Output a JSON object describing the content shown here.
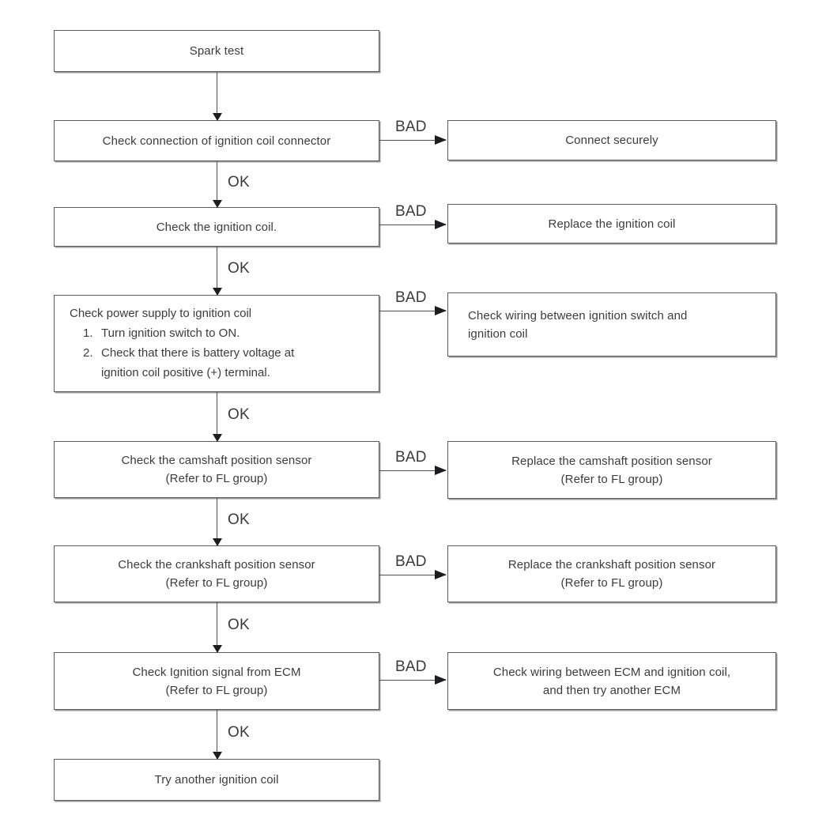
{
  "labels": {
    "ok": "OK",
    "bad": "BAD"
  },
  "colors": {
    "box_border": "#5c5c5f",
    "arrow": "#1d1d1f",
    "text": "#3c3c3e"
  },
  "nodes": {
    "spark_test": "Spark test",
    "check_connection": "Check connection of ignition coil connector",
    "connect_securely": "Connect securely",
    "check_ignition_coil": "Check the ignition coil.",
    "replace_ignition_coil": "Replace the ignition coil",
    "power_supply": {
      "title": "Check power supply to ignition coil",
      "steps": [
        {
          "num": "1.",
          "text": "Turn ignition switch to ON."
        },
        {
          "num": "2.",
          "text": "Check that there is battery voltage at\nignition coil positive (+) terminal."
        }
      ]
    },
    "wiring_ignition_switch": "Check wiring between ignition switch and\nignition coil",
    "check_camshaft": "Check the camshaft position sensor\n(Refer to FL group)",
    "replace_camshaft": "Replace the camshaft position sensor\n(Refer to FL group)",
    "check_crankshaft": "Check the crankshaft position sensor\n(Refer to FL group)",
    "replace_crankshaft": "Replace the crankshaft position sensor\n(Refer to FL group)",
    "check_ecm_signal": "Check Ignition signal from ECM\n(Refer to FL group)",
    "wiring_ecm": "Check wiring between ECM and ignition coil,\nand then try another ECM",
    "try_another_coil": "Try another ignition coil"
  }
}
